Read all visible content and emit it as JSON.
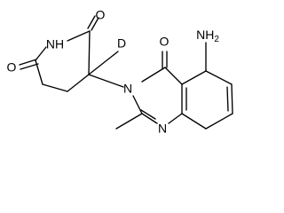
{
  "molecule": {
    "atoms": {
      "o_top": "O",
      "nh": "NH",
      "o_left": "O",
      "d": "D",
      "n3": "N",
      "o_carbonyl": "O",
      "nh2": "NH",
      "nh2_subscript": "2",
      "n1": "N"
    },
    "colors": {
      "bond": "#000000",
      "label": "#000000",
      "background": "#ffffff"
    }
  }
}
